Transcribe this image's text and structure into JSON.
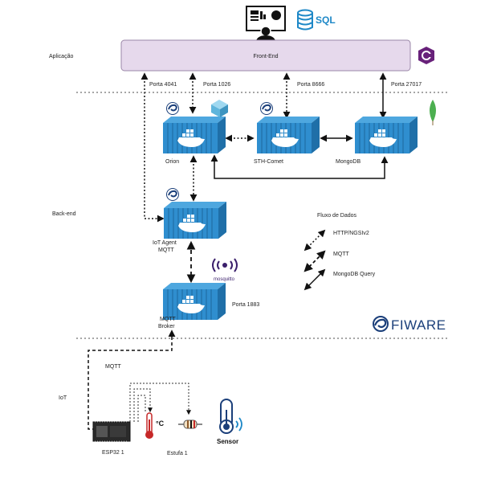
{
  "layers": {
    "application": "Aplicação",
    "backend": "Back-end",
    "iot": "IoT"
  },
  "frontend": {
    "label": "Front-End",
    "sql_label": "SQL"
  },
  "ports": {
    "p4041": "Porta 4041",
    "p1026": "Porta 1026",
    "p8666": "Porta 8666",
    "p27017": "Porta 27017",
    "p1883": "Porta 1883"
  },
  "components": {
    "orion": "Orion",
    "sth_comet": "STH-Comet",
    "mongodb": "MongoDB",
    "iot_agent_line1": "IoT Agent",
    "iot_agent_line2": "MQTT",
    "broker_line1": "MQTT",
    "broker_line2": "Broker",
    "mosquitto": "mosquitto"
  },
  "legend": {
    "title": "Fluxo de Dados",
    "http": "HTTP/NGSIv2",
    "mqtt": "MQTT",
    "mongo": "MongoDB Query"
  },
  "fiware": "FIWARE",
  "iot": {
    "mqtt_label": "MQTT",
    "esp32": "ESP32 1",
    "estufa": "Estufa 1",
    "sensor": "Sensor",
    "temp_unit": "°C"
  },
  "colors": {
    "frontend_fill": "#e6d9ec",
    "frontend_stroke": "#9b87a8",
    "container": "#2f8ecf",
    "container_dark": "#1f6fa8",
    "mongo_leaf": "#4caf50",
    "fiware_blue": "#1b3f7a",
    "sql_blue": "#1e88c7",
    "csharp_purple": "#68217a"
  }
}
